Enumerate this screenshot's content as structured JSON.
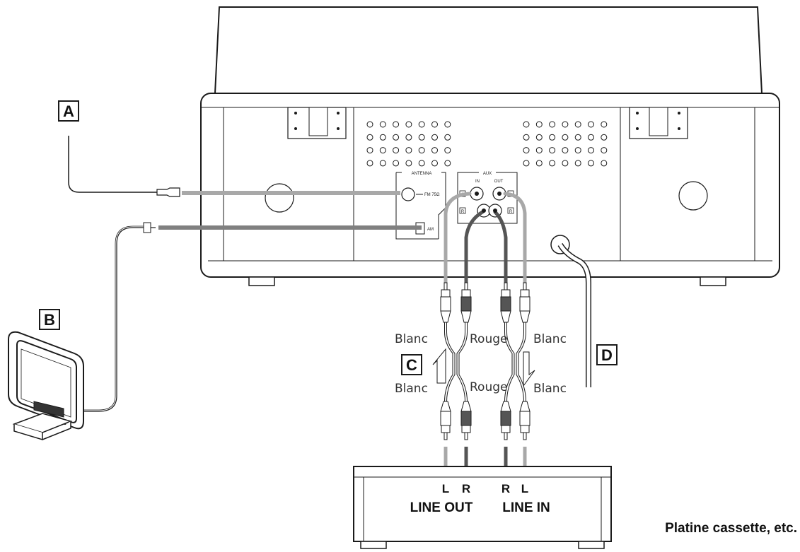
{
  "callouts": {
    "a": "A",
    "b": "B",
    "c": "C",
    "d": "D"
  },
  "unit_panel": {
    "antenna_title": "ANTENNA",
    "fm_label": "FM 75Ω",
    "am_label": "AM",
    "aux_title": "AUX",
    "aux_in": "IN",
    "aux_out": "OUT",
    "ch_l": "L",
    "ch_r": "R"
  },
  "cable_labels": {
    "blanc_upper_left": "Blanc",
    "rouge_upper": "Rouge",
    "blanc_upper_right": "Blanc",
    "blanc_lower_left": "Blanc",
    "rouge_lower": "Rouge",
    "blanc_lower_right": "Blanc"
  },
  "deck": {
    "l1": "L",
    "r1": "R",
    "r2": "R",
    "l2": "L",
    "line_out": "LINE OUT",
    "line_in": "LINE IN",
    "caption": "Platine cassette, etc."
  },
  "colors": {
    "white_cable": "#a8a8a8",
    "red_cable": "#555555",
    "outline": "#1a1a1a"
  }
}
